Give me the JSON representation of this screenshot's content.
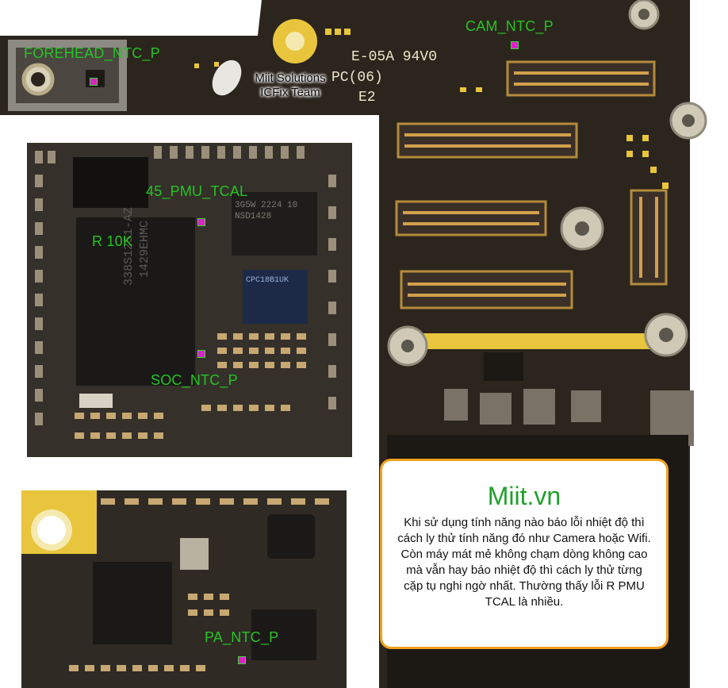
{
  "labels": {
    "forehead": "FOREHEAD_NTC_P",
    "cam": "CAM_NTC_P",
    "pmu": "45_PMU_TCAL",
    "r10k": "R 10K",
    "soc": "SOC_NTC_P",
    "pa": "PA_NTC_P"
  },
  "credit": {
    "line1": "Miit Solutions",
    "line2": "ICFix Team"
  },
  "board_marking": {
    "code": "E-05A  94V0",
    "rev": "PC(06)",
    "e2": "E2"
  },
  "chips": {
    "ram": "338S1251-AZ",
    "ram_date": "1429EHMC",
    "pmu_chip": "3G5W 2224 10 NSD1428",
    "audio_chip": "CPC18B1UK"
  },
  "note": {
    "title": "Miit.vn",
    "body": "Khi sử dụng tính năng nào báo lỗi nhiệt độ thì cách ly thử tính năng đó như Camera hoặc Wifi. Còn máy mát mẻ không chạm dòng không cao mà vẫn hay báo nhiệt độ thì cách ly thử từng cặp tụ nghi ngờ nhất. Thường thấy lỗi R PMU TCAL là nhiều."
  },
  "colors": {
    "label_green": "#25c425",
    "note_border": "#f0a11c",
    "note_title": "#1ea12a",
    "pcb": "#2a241c",
    "gold": "#e8c53c"
  }
}
